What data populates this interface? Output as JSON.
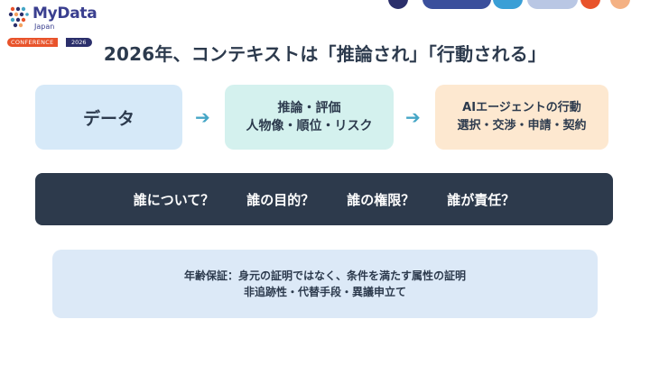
{
  "logo": {
    "brand": "MyData",
    "sub": "Japan",
    "conference": "CONFERENCE",
    "year": "2026"
  },
  "title": "2026年、コンテキストは「推論され」「行動される」",
  "flow": [
    {
      "lines": [
        "データ"
      ]
    },
    {
      "lines": [
        "推論・評価",
        "人物像・順位・リスク"
      ]
    },
    {
      "lines": [
        "AIエージェントの行動",
        "選択・交渉・申請・契約"
      ]
    }
  ],
  "arrow_glyph": "➔",
  "questions": [
    "誰について？",
    "誰の目的？",
    "誰の権限？",
    "誰が責任？"
  ],
  "bottom": {
    "line1": "年齢保証：身元の証明ではなく、条件を満たす属性の証明",
    "line2": "非追跡性・代替手段・異議申立て"
  },
  "colors": {
    "dark_bar": "#2d3a4c",
    "box_data": "#d6e9f8",
    "box_inference": "#d4f1ee",
    "box_agent": "#fde8d0",
    "arrow": "#45a6c6",
    "brand": "#3a3f8f",
    "conference_badge": "#e8532b"
  }
}
